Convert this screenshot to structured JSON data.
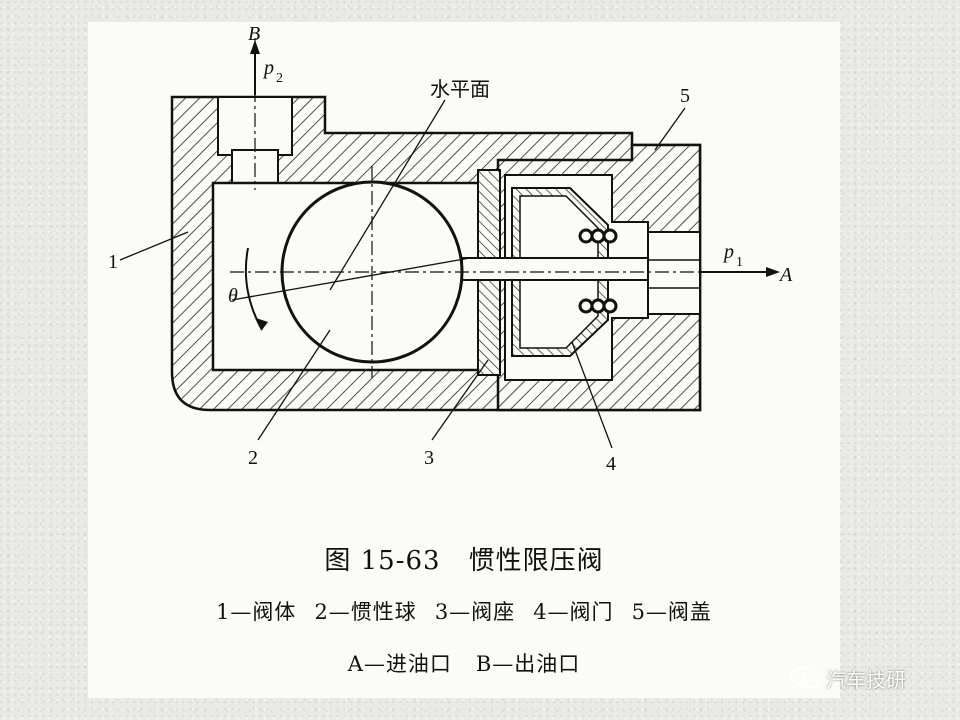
{
  "diagram": {
    "label_horizontal_plane": "水平面",
    "label_B": "B",
    "label_p2": "p",
    "label_p2_sub": "2",
    "label_p1": "p",
    "label_p1_sub": "1",
    "label_A": "A",
    "label_theta": "θ",
    "part_numbers": [
      "1",
      "2",
      "3",
      "4",
      "5"
    ]
  },
  "caption": {
    "figure_number": "图 15-63",
    "figure_title": "惯性限压阀",
    "legend": [
      "1—阀体",
      "2—惯性球",
      "3—阀座",
      "4—阀门",
      "5—阀盖"
    ],
    "legend2": [
      "A—进油口",
      "B—出油口"
    ]
  },
  "watermark": {
    "text": "汽车技研",
    "icon": "wechat-icon"
  }
}
